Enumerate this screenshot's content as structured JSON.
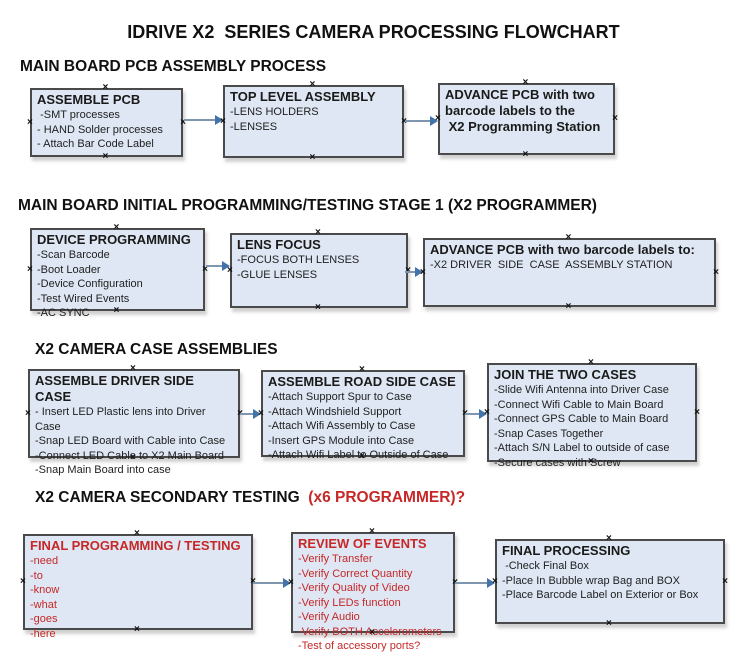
{
  "title": "IDRIVE X2  SERIES CAMERA PROCESSING FLOWCHART",
  "colors": {
    "box_fill": "#dee7f3",
    "box_border": "#4a4a4a",
    "arrow_line": "#7e96b0",
    "arrow_head": "#4273aa",
    "red_text": "#c62828",
    "black_text": "#1a1a1a"
  },
  "sections": [
    {
      "heading": "MAIN BOARD PCB ASSEMBLY PROCESS",
      "boxes": [
        {
          "heading": "ASSEMBLE PCB",
          "items": [
            " -SMT processes",
            "- HAND Solder processes",
            "- Attach Bar Code Label"
          ]
        },
        {
          "heading": "TOP LEVEL ASSEMBLY",
          "items": [
            "-LENS HOLDERS",
            "-LENSES"
          ]
        },
        {
          "heading": "ADVANCE PCB with two\nbarcode labels to the\n X2 Programming Station",
          "items": []
        }
      ]
    },
    {
      "heading": "MAIN BOARD INITIAL PROGRAMMING/TESTING STAGE 1 (X2 PROGRAMMER)",
      "boxes": [
        {
          "heading": "DEVICE PROGRAMMING",
          "items": [
            "-Scan Barcode",
            "-Boot Loader",
            "-Device Configuration",
            "-Test Wired Events",
            "-AC SYNC"
          ]
        },
        {
          "heading": "LENS FOCUS",
          "items": [
            "-FOCUS BOTH LENSES",
            "-GLUE LENSES"
          ]
        },
        {
          "heading": "ADVANCE PCB with two barcode labels to:",
          "items": [
            "-X2 DRIVER  SIDE  CASE  ASSEMBLY STATION"
          ]
        }
      ]
    },
    {
      "heading": "X2 CAMERA CASE ASSEMBLIES",
      "boxes": [
        {
          "heading": "ASSEMBLE DRIVER SIDE CASE",
          "items": [
            "- Insert LED Plastic lens into Driver Case",
            "-Snap LED Board with Cable into Case",
            "-Connect LED Cable to X2 Main Board",
            "-Snap Main Board into case"
          ]
        },
        {
          "heading": "ASSEMBLE ROAD SIDE CASE",
          "items": [
            "-Attach Support Spur to Case",
            "-Attach Windshield Support",
            "-Attach Wifi Assembly to Case",
            "-Insert GPS Module into Case",
            "-Attach Wifi Label to Outside of Case"
          ]
        },
        {
          "heading": "JOIN THE TWO CASES",
          "items": [
            "-Slide Wifi Antenna into Driver Case",
            "-Connect Wifi Cable to Main Board",
            "-Connect GPS Cable to Main Board",
            "-Snap Cases Together",
            "-Attach S/N Label to outside of case",
            "-Secure cases with Screw"
          ]
        }
      ]
    },
    {
      "heading": "X2 CAMERA SECONDARY TESTING ",
      "heading_suffix": " (x6 PROGRAMMER)?",
      "boxes": [
        {
          "heading": "FINAL PROGRAMMING / TESTING",
          "items": [
            "-need",
            "-to",
            "-know",
            "-what",
            "-goes",
            "-here"
          ]
        },
        {
          "heading": "REVIEW OF EVENTS",
          "items": [
            "-Verify Transfer",
            "-Verify Correct Quantity",
            "-Verify Quality of Video",
            "-Verify LEDs function",
            "-Verify Audio",
            "-Verify BOTH Accelerometers",
            "-Test of accessory ports?"
          ]
        },
        {
          "heading": "FINAL PROCESSING",
          "items": [
            " -Check Final Box",
            "-Place In Bubble wrap Bag and BOX",
            "-Place Barcode Label on Exterior or Box"
          ]
        }
      ]
    }
  ]
}
